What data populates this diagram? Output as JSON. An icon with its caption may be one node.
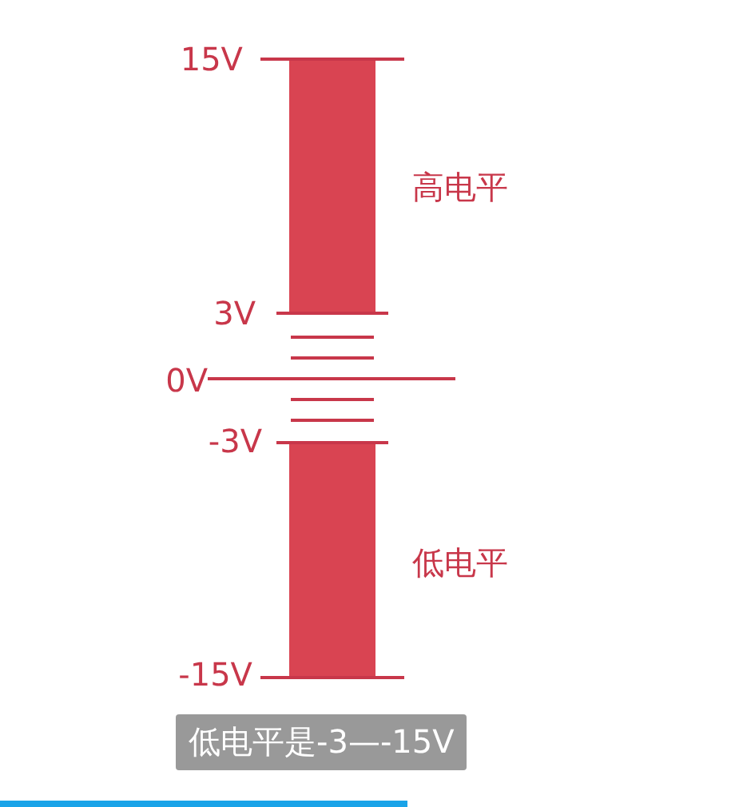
{
  "diagram": {
    "caption": "低电平是-3—-15V",
    "labels": [
      "15V",
      "高电平",
      "3V",
      "0V",
      "-3V",
      "低电平",
      "-15V"
    ]
  }
}
